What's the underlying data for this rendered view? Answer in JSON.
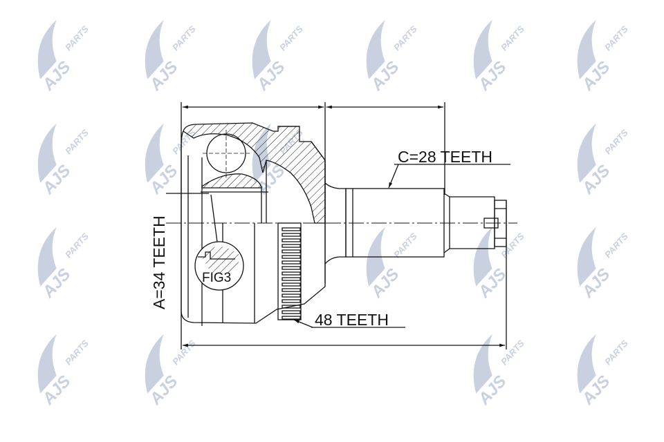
{
  "watermark": {
    "brand": "AJS",
    "sub": "PARTS",
    "color": "#c9d1e1"
  },
  "labels": {
    "spline_outer": "C=28 TEETH",
    "abs_ring": "48 TEETH",
    "spline_inner": "A=34 TEETH",
    "detail": "FIG3"
  },
  "colors": {
    "line": "#111111",
    "background": "#ffffff"
  }
}
